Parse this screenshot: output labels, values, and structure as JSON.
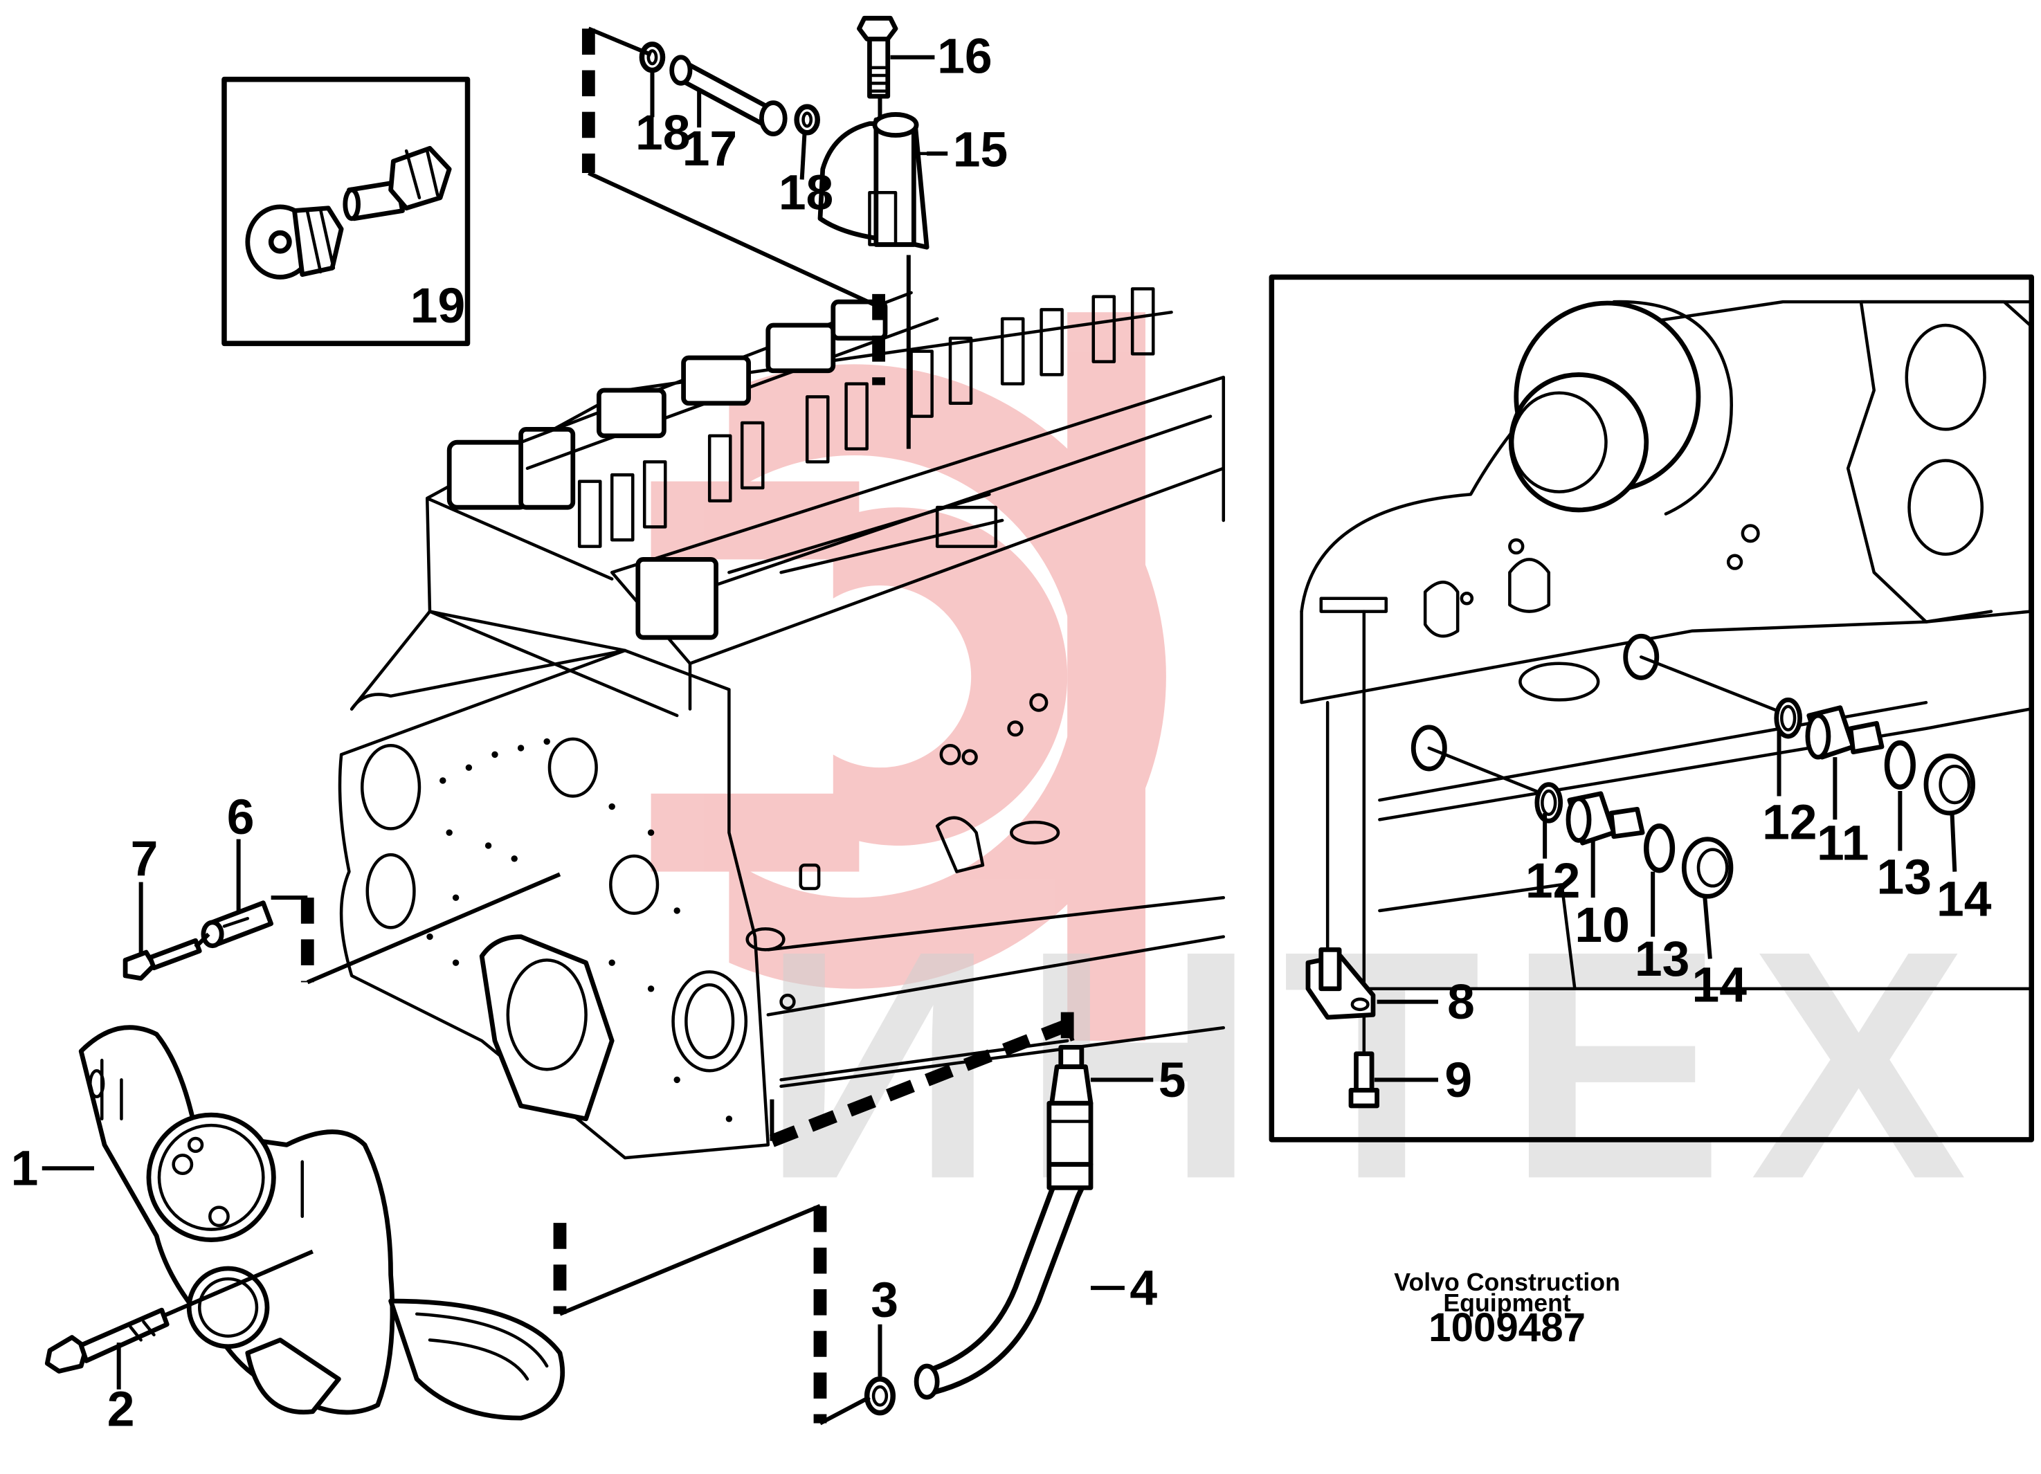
{
  "watermark": {
    "text": "ИНТЕХ",
    "logo_color": "#f4b0b0"
  },
  "caption": {
    "line1": "Volvo Construction",
    "line2": "Equipment",
    "catalog_number": "1009487"
  },
  "callouts": {
    "c1": "1",
    "c2": "2",
    "c3": "3",
    "c4": "4",
    "c5": "5",
    "c6": "6",
    "c7": "7",
    "c8": "8",
    "c9": "9",
    "c10": "10",
    "c11": "11",
    "c12a": "12",
    "c12b": "12",
    "c13a": "13",
    "c13b": "13",
    "c14a": "14",
    "c14b": "14",
    "c15": "15",
    "c16": "16",
    "c17": "17",
    "c18a": "18",
    "c18b": "18",
    "c19": "19"
  }
}
